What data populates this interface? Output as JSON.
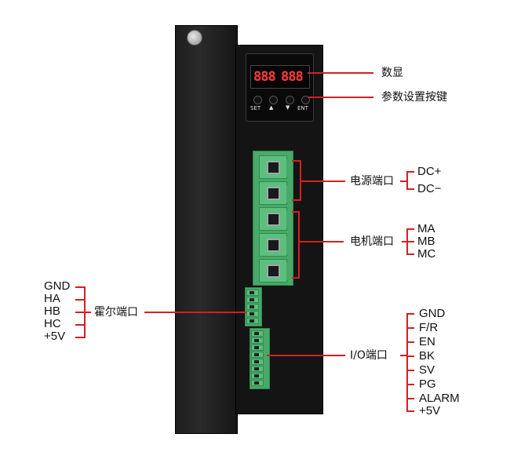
{
  "display": {
    "digits_left": "888",
    "digits_right": "888"
  },
  "keypad": {
    "set": "SET",
    "up": "▲",
    "down": "▼",
    "ent": "ENT"
  },
  "callouts": {
    "display_label": "数显",
    "keys_label": "参数设置按键",
    "power_port": "电源端口",
    "motor_port": "电机端口",
    "hall_port": "霍尔端口",
    "io_port": "I/O端口"
  },
  "power_pins": [
    "DC+",
    "DC−"
  ],
  "motor_pins": [
    "MA",
    "MB",
    "MC"
  ],
  "hall_pins": [
    "GND",
    "HA",
    "HB",
    "HC",
    "+5V"
  ],
  "io_pins": [
    "GND",
    "F/R",
    "EN",
    "BK",
    "SV",
    "PG",
    "ALARM",
    "+5V"
  ],
  "colors": {
    "callout_line": "#d42020",
    "terminal": "#5cbf7d",
    "housing": "#141414",
    "segment": "#ff3b3b"
  }
}
